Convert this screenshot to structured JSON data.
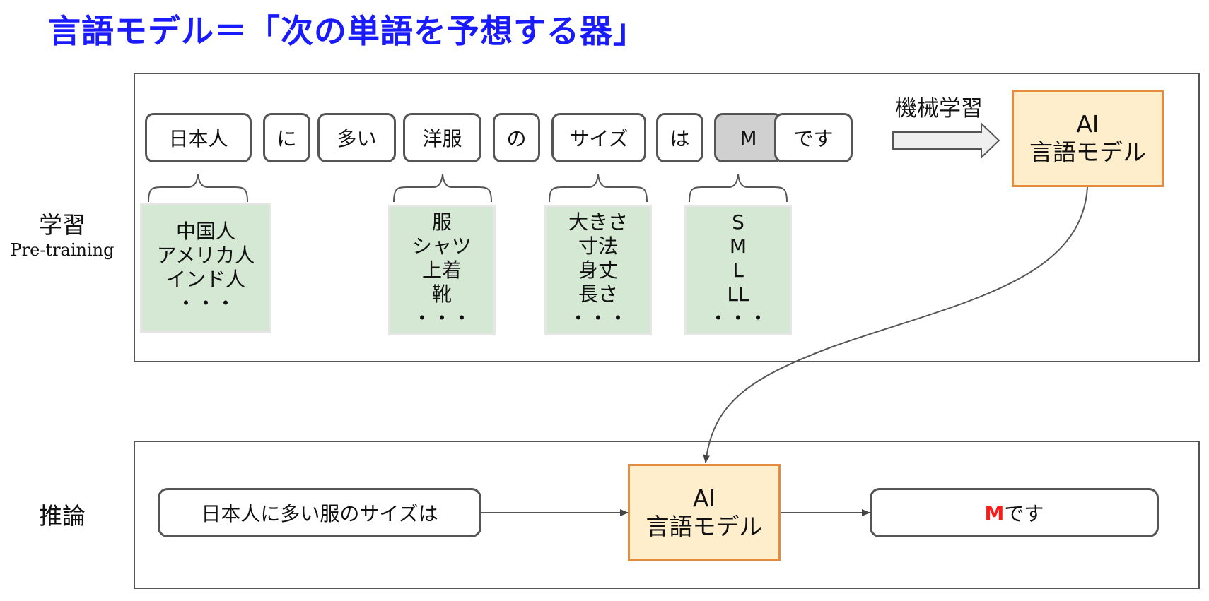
{
  "title": "言語モデル＝「次の単語を予想する器」",
  "training": {
    "label_jp": "学習",
    "label_en": "Pre-training",
    "tokens": [
      "日本人",
      "に",
      "多い",
      "洋服",
      "の",
      "サイズ",
      "は",
      "M",
      "です"
    ],
    "candidates": [
      {
        "token": "日本人",
        "items": [
          "中国人",
          "アメリカ人",
          "インド人",
          "・・・"
        ]
      },
      {
        "token": "洋服",
        "items": [
          "服",
          "シャツ",
          "上着",
          "靴",
          "・・・"
        ]
      },
      {
        "token": "サイズ",
        "items": [
          "大きさ",
          "寸法",
          "身丈",
          "長さ",
          "・・・"
        ]
      },
      {
        "token": "M",
        "items": [
          "S",
          "M",
          "L",
          "LL",
          "・・・"
        ]
      }
    ],
    "arrow_label": "機械学習",
    "model_line1": "AI",
    "model_line2": "言語モデル"
  },
  "inference": {
    "label": "推論",
    "input": "日本人に多い服のサイズは",
    "model_line1": "AI",
    "model_line2": "言語モデル",
    "output_highlight": "M",
    "output_rest": "です"
  },
  "colors": {
    "title": "#1a1aff",
    "candidate_fill": "#d5e8d4",
    "model_fill": "#ffeecb",
    "model_border": "#e38b3e",
    "highlight_token": "#d0d0d0",
    "output_highlight": "#ff1a1a"
  }
}
